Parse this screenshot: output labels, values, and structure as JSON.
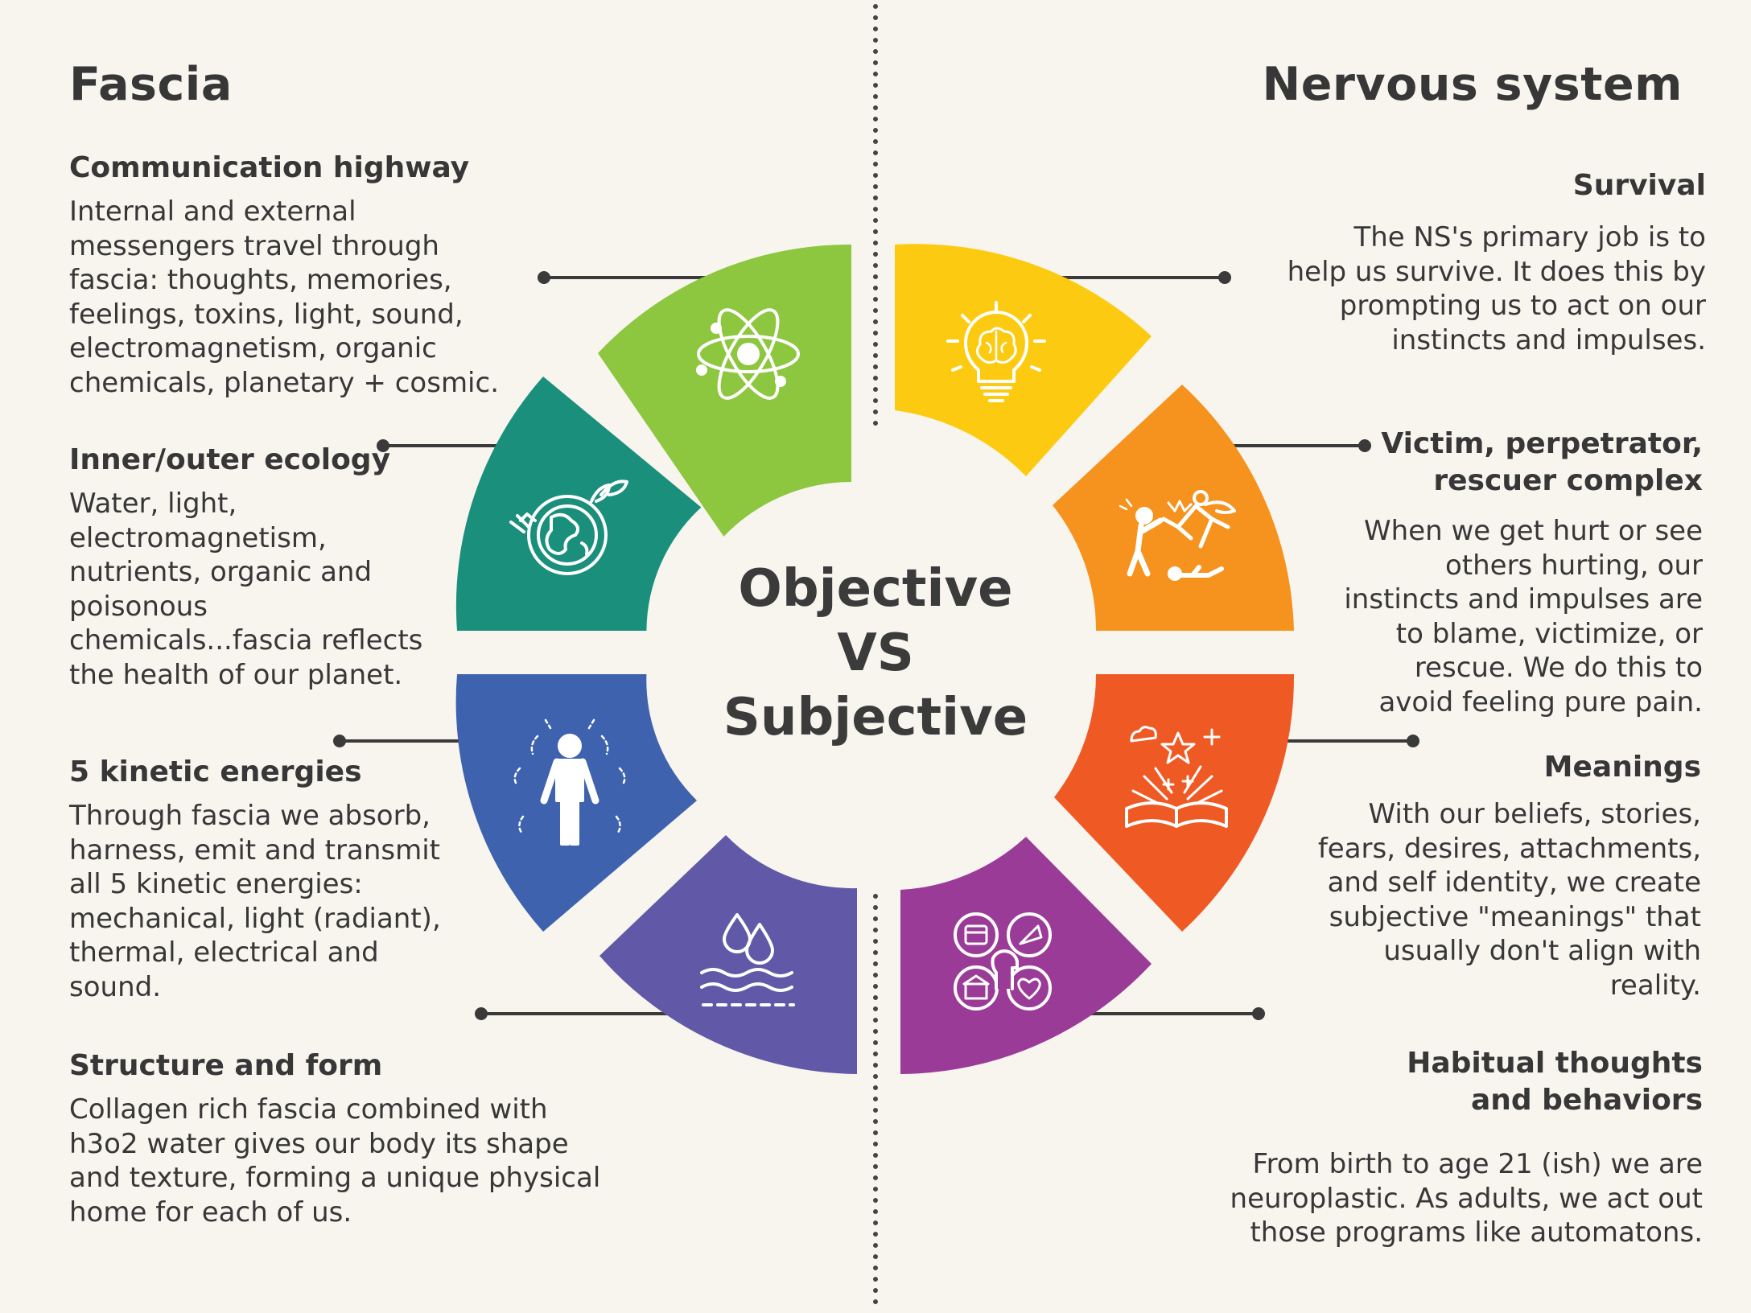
{
  "left_column": {
    "title": "Fascia",
    "items": [
      {
        "heading": "Communication highway",
        "text": "Internal and external\nmessengers travel through\nfascia: thoughts, memories,\nfeelings, toxins, light, sound,\nelectromagnetism, organic\nchemicals, planetary + cosmic."
      },
      {
        "heading": "Inner/outer ecology",
        "text": "Water, light,\nelectromagnetism,\nnutrients, organic and\npoisonous\nchemicals...fascia reflects\nthe health of our planet."
      },
      {
        "heading": "5 kinetic energies",
        "text": "Through fascia we absorb,\nharness, emit and transmit\nall 5 kinetic energies:\nmechanical, light (radiant),\nthermal, electrical and\nsound."
      },
      {
        "heading": "Structure and form",
        "text": "Collagen rich fascia combined with\nh3o2 water gives our body its shape\nand texture, forming a unique physical\nhome for each of us."
      }
    ]
  },
  "right_column": {
    "title": "Nervous system",
    "items": [
      {
        "heading": "Survival",
        "text": "The NS's primary job is to\nhelp us survive. It does this by\nprompting us to act on our\ninstincts and impulses."
      },
      {
        "heading": "Victim, perpetrator,\nrescuer complex",
        "text": "When we get hurt or see\nothers hurting, our\ninstincts and impulses are\nto blame, victimize, or\nrescue. We do this to\navoid feeling pure pain."
      },
      {
        "heading": "Meanings",
        "text": "With our beliefs, stories,\nfears, desires, attachments,\nand self identity, we create\nsubjective \"meanings\" that\nusually don't align with\nreality."
      },
      {
        "heading": "Habitual thoughts\nand behaviors",
        "text": "From birth to age 21 (ish) we are\nneuroplastic. As adults, we act out\nthose programs like automatons."
      }
    ]
  },
  "center": {
    "label": "Objective\nVS\nSubjective"
  },
  "segments": [
    {
      "icon": "atom-icon",
      "color": "#8dc63f"
    },
    {
      "icon": "eco-globe-icon",
      "color": "#1a8f7b"
    },
    {
      "icon": "energy-person-icon",
      "color": "#3e62ae"
    },
    {
      "icon": "water-drops-icon",
      "color": "#6159a7"
    },
    {
      "icon": "brain-bulb-icon",
      "color": "#fccb11"
    },
    {
      "icon": "conflict-scene-icon",
      "color": "#f6921e"
    },
    {
      "icon": "open-book-sparkles-icon",
      "color": "#ef5a24"
    },
    {
      "icon": "head-apps-icon",
      "color": "#9b3b98"
    }
  ],
  "colors": {
    "background": "#f8f5ef",
    "text": "#373737",
    "divider": "#444444"
  }
}
